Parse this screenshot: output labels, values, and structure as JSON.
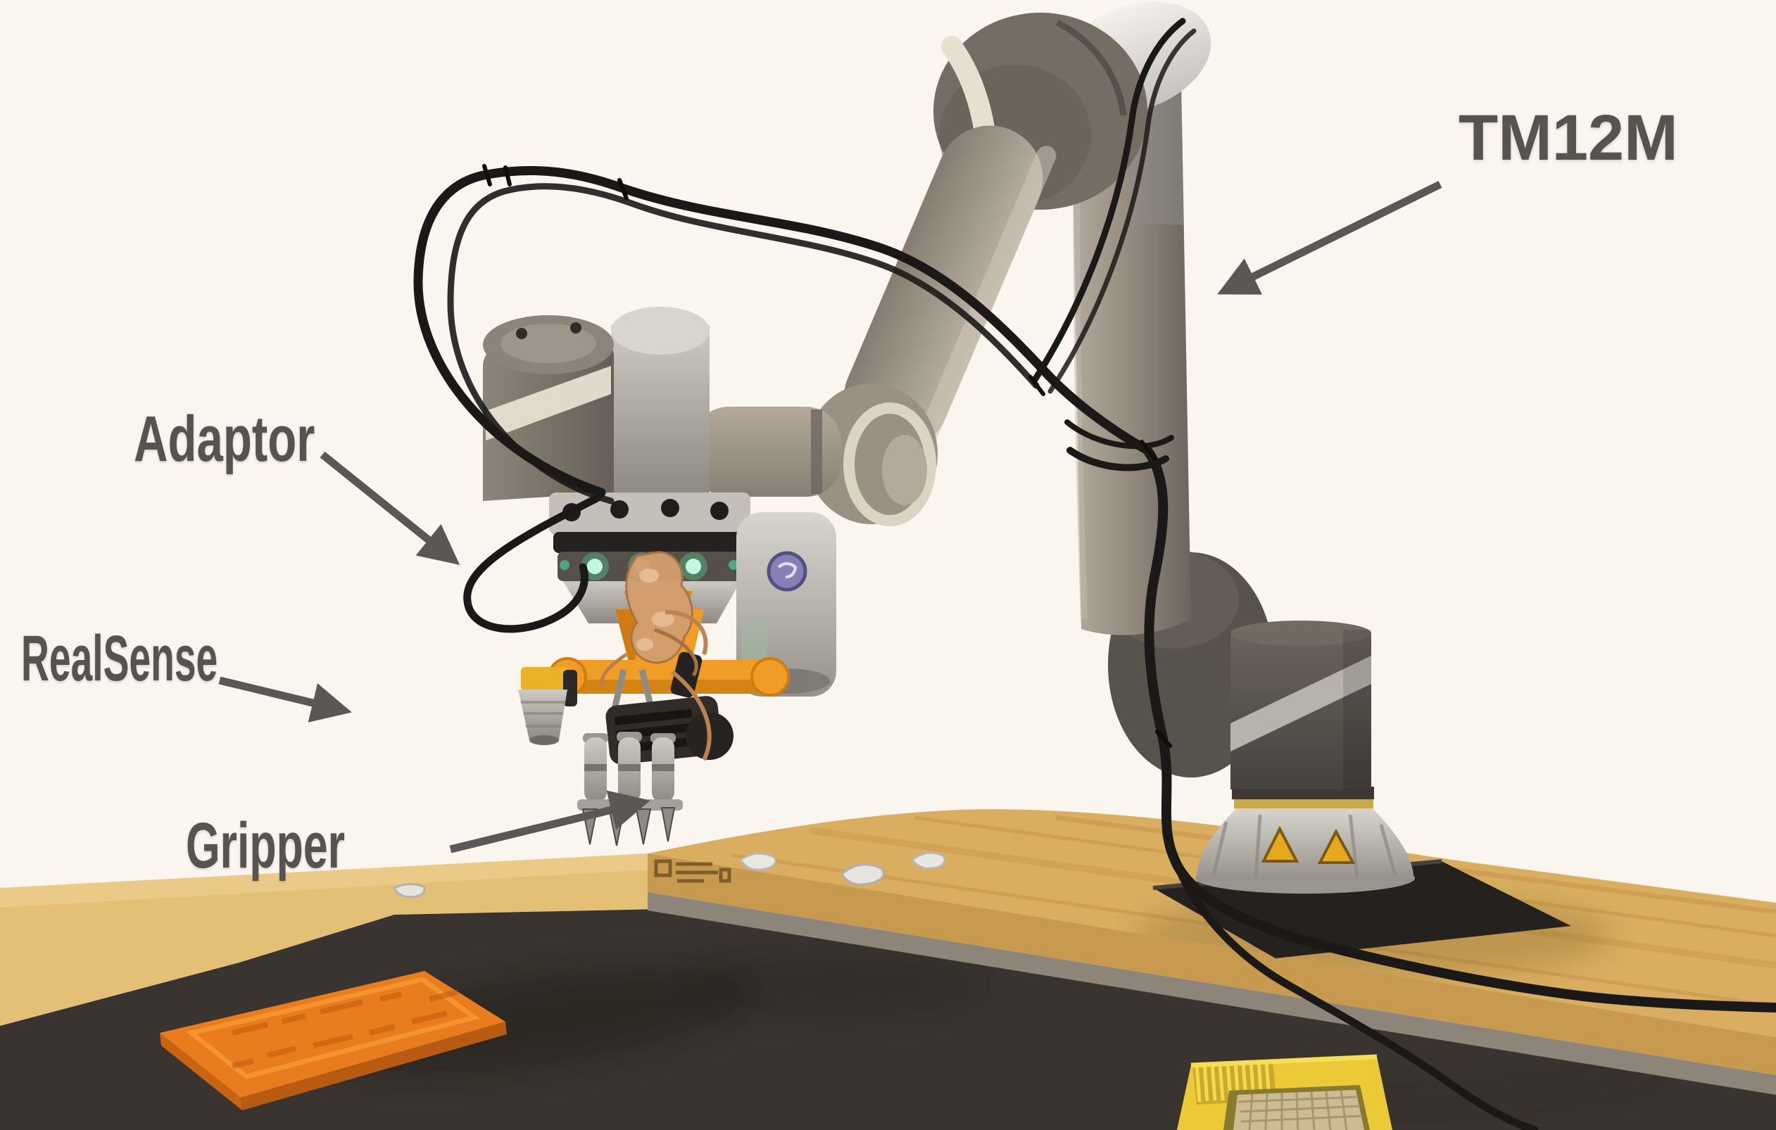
{
  "figure": {
    "background_color": "#faf5ef",
    "annotation_color": "#57534e",
    "arrow_color": "#5a5754"
  },
  "labels": {
    "tm12m": "TM12M",
    "adaptor": "Adaptor",
    "realsense": "RealSense",
    "gripper": "Gripper"
  },
  "scene": {
    "robot_body_color": "#8a8176",
    "robot_dark_color": "#57524b",
    "accent_stripe_color": "#e7e0d1",
    "led_green_color": "#4fe0a0",
    "adaptor_orange_color": "#f09d27",
    "copper_color": "#d39e70",
    "wood_color": "#d9ae61",
    "wood_edge_color": "#c89a4f",
    "table_lip_color": "#8d8579",
    "mat_color": "#393430",
    "board_orange_color": "#e97c1e",
    "bin_yellow_color": "#ecc937",
    "base_plate_color": "#24211f",
    "warning_triangle_color": "#e5a81f",
    "cable_color": "#1b1917"
  }
}
